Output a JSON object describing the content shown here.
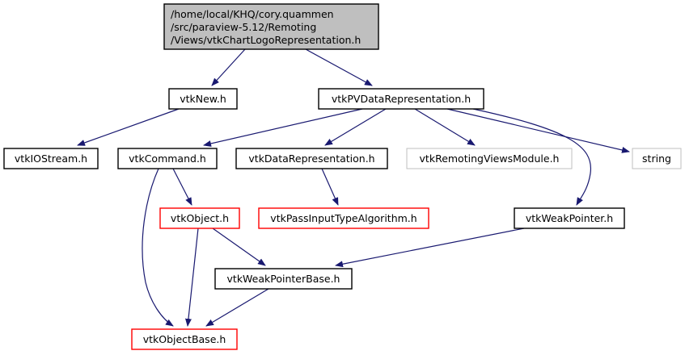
{
  "diagram": {
    "type": "include-dependency-graph",
    "colors": {
      "edge": "#191970",
      "root_fill": "#bfbfbf",
      "root_border": "#000000",
      "normal_border": "#000000",
      "missing_border": "#bfbfbf",
      "red_border": "#ff0000"
    },
    "nodes": [
      {
        "id": "root",
        "lines": [
          "/home/local/KHQ/cory.quammen",
          "/src/paraview-5.12/Remoting",
          "/Views/vtkChartLogoRepresentation.h"
        ],
        "style": "root"
      },
      {
        "id": "vtkNew",
        "lines": [
          "vtkNew.h"
        ],
        "style": "normal"
      },
      {
        "id": "vtkPVDataRepresentation",
        "lines": [
          "vtkPVDataRepresentation.h"
        ],
        "style": "normal"
      },
      {
        "id": "vtkIOStream",
        "lines": [
          "vtkIOStream.h"
        ],
        "style": "normal"
      },
      {
        "id": "vtkCommand",
        "lines": [
          "vtkCommand.h"
        ],
        "style": "normal"
      },
      {
        "id": "vtkDataRepresentation",
        "lines": [
          "vtkDataRepresentation.h"
        ],
        "style": "normal"
      },
      {
        "id": "vtkRemotingViewsModule",
        "lines": [
          "vtkRemotingViewsModule.h"
        ],
        "style": "missing"
      },
      {
        "id": "string",
        "lines": [
          "string"
        ],
        "style": "missing"
      },
      {
        "id": "vtkObject",
        "lines": [
          "vtkObject.h"
        ],
        "style": "red"
      },
      {
        "id": "vtkPassInputTypeAlgorithm",
        "lines": [
          "vtkPassInputTypeAlgorithm.h"
        ],
        "style": "red"
      },
      {
        "id": "vtkWeakPointer",
        "lines": [
          "vtkWeakPointer.h"
        ],
        "style": "normal"
      },
      {
        "id": "vtkWeakPointerBase",
        "lines": [
          "vtkWeakPointerBase.h"
        ],
        "style": "normal"
      },
      {
        "id": "vtkObjectBase",
        "lines": [
          "vtkObjectBase.h"
        ],
        "style": "red"
      }
    ],
    "edges": [
      {
        "from": "root",
        "to": "vtkNew"
      },
      {
        "from": "root",
        "to": "vtkPVDataRepresentation"
      },
      {
        "from": "vtkNew",
        "to": "vtkIOStream"
      },
      {
        "from": "vtkPVDataRepresentation",
        "to": "vtkCommand"
      },
      {
        "from": "vtkPVDataRepresentation",
        "to": "vtkDataRepresentation"
      },
      {
        "from": "vtkPVDataRepresentation",
        "to": "vtkRemotingViewsModule"
      },
      {
        "from": "vtkPVDataRepresentation",
        "to": "string"
      },
      {
        "from": "vtkPVDataRepresentation",
        "to": "vtkWeakPointer"
      },
      {
        "from": "vtkCommand",
        "to": "vtkObject"
      },
      {
        "from": "vtkCommand",
        "to": "vtkObjectBase"
      },
      {
        "from": "vtkDataRepresentation",
        "to": "vtkPassInputTypeAlgorithm"
      },
      {
        "from": "vtkObject",
        "to": "vtkObjectBase"
      },
      {
        "from": "vtkObject",
        "to": "vtkWeakPointerBase"
      },
      {
        "from": "vtkWeakPointer",
        "to": "vtkWeakPointerBase"
      },
      {
        "from": "vtkWeakPointerBase",
        "to": "vtkObjectBase"
      }
    ]
  }
}
